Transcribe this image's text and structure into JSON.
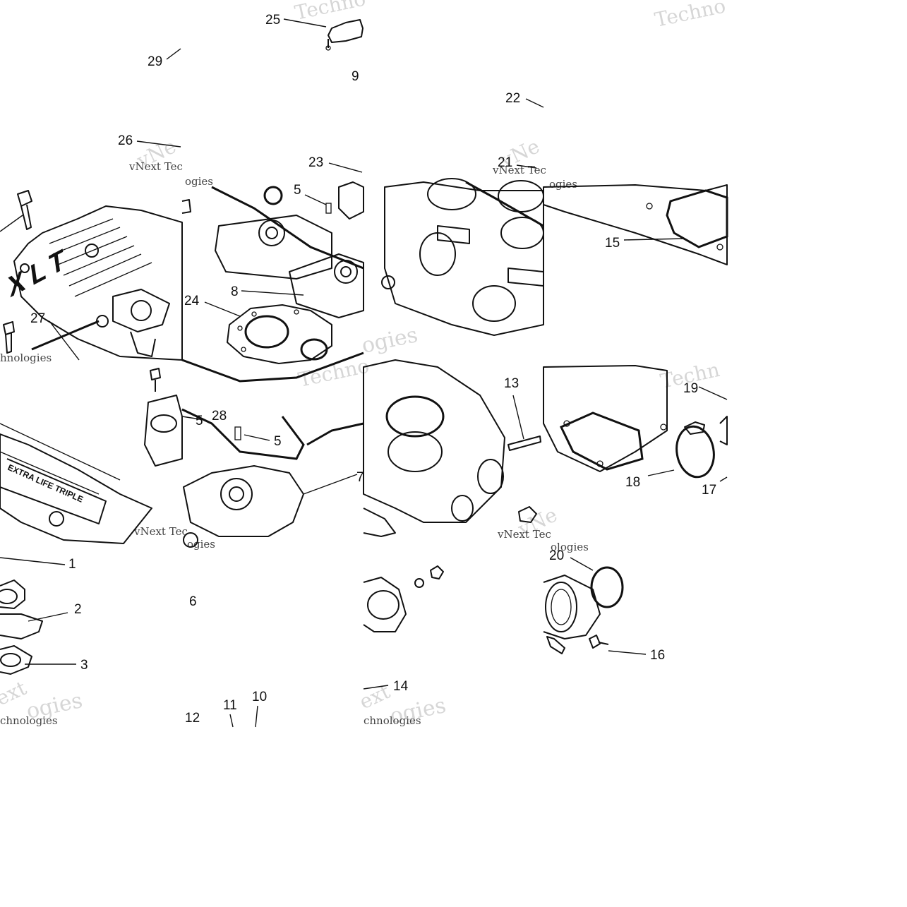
{
  "labels": [
    {
      "num": "1"
    },
    {
      "num": "2"
    },
    {
      "num": "3"
    },
    {
      "num": "5"
    },
    {
      "num": "5"
    },
    {
      "num": "5"
    },
    {
      "num": "6"
    },
    {
      "num": "7"
    },
    {
      "num": "8"
    },
    {
      "num": "9"
    },
    {
      "num": "10"
    },
    {
      "num": "11"
    },
    {
      "num": "12"
    },
    {
      "num": "13"
    },
    {
      "num": "14"
    },
    {
      "num": "15"
    },
    {
      "num": "16"
    },
    {
      "num": "17"
    },
    {
      "num": "18"
    },
    {
      "num": "19"
    },
    {
      "num": "20"
    },
    {
      "num": "21"
    },
    {
      "num": "22"
    },
    {
      "num": "23"
    },
    {
      "num": "24"
    },
    {
      "num": "25"
    },
    {
      "num": "26"
    },
    {
      "num": "27"
    },
    {
      "num": "28"
    },
    {
      "num": "29"
    }
  ],
  "watermark": {
    "brand": "vNext Technologies",
    "fragments": [
      "Techno",
      "vNext Tec",
      "hnologies",
      "chnologies",
      "ogies",
      "ologies",
      "vNe",
      "ext",
      "Techn"
    ]
  },
  "cover_text": {
    "letters": "XLT",
    "plate": "EXTRA LIFE TRIPLE"
  }
}
